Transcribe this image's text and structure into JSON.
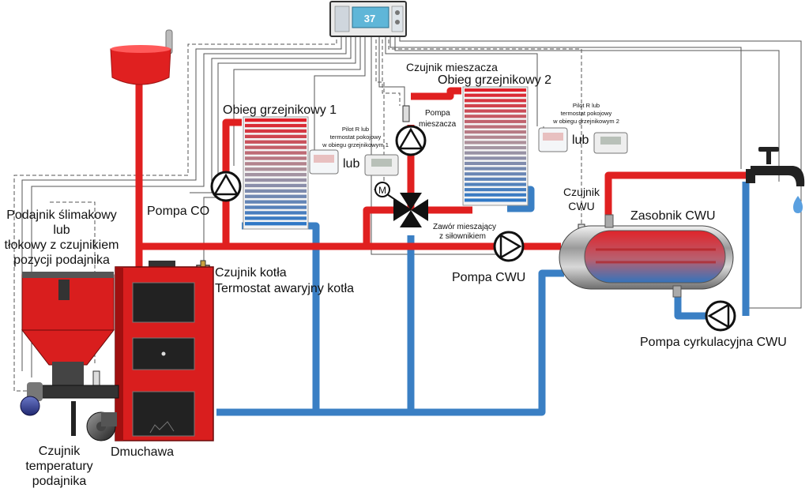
{
  "colors": {
    "hot_pipe": "#e02020",
    "cold_pipe": "#3a7fc4",
    "boiler_red": "#d91e1e",
    "control_wire": "#555555"
  },
  "controller": {
    "display_value": "37"
  },
  "labels": {
    "feeder": [
      "Podajnik ślimakowy",
      "lub",
      "tłokowy z czujnikiem",
      "pozycji podajnika"
    ],
    "pump_co": "Pompa CO",
    "radiator_circuit_1": "Obieg grzejnikowy 1",
    "radiator_circuit_2": "Obieg grzejnikowy 2",
    "mixer_sensor": "Czujnik mieszacza",
    "mixer_pump": [
      "Pompa",
      "mieszacza"
    ],
    "pilot_1": [
      "Pilot R lub",
      "termostat pokojowy",
      "w obiegu grzejnikowym 1"
    ],
    "pilot_2": [
      "Pilot R lub",
      "termostat pokojowy",
      "w obiegu grzejnikowym 2"
    ],
    "or_1": "lub",
    "or_2": "lub",
    "motor_symbol": "M",
    "mixing_valve": [
      "Zawór mieszający",
      "z siłownikiem"
    ],
    "boiler_sensor": [
      "Czujnik kotła",
      "Termostat awaryjny kotła"
    ],
    "dhw_sensor": [
      "Czujnik",
      "CWU"
    ],
    "dhw_tank": "Zasobnik CWU",
    "dhw_pump": "Pompa CWU",
    "circulation_pump": "Pompa cyrkulacyjna CWU",
    "blower": "Dmuchawa",
    "feeder_temp_sensor": [
      "Czujnik",
      "temperatury",
      "podajnika"
    ]
  },
  "icons": {
    "pump": "pump-icon",
    "tap": "water-tap-icon",
    "mixing_valve": "mixing-valve-icon",
    "fan": "blower-fan-icon"
  }
}
